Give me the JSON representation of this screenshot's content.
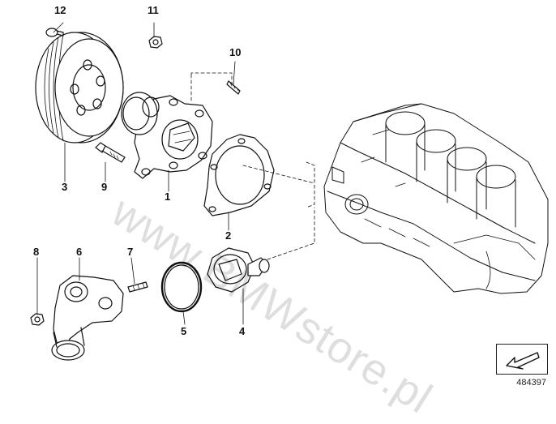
{
  "callouts": {
    "c1": "1",
    "c2": "2",
    "c3": "3",
    "c4": "4",
    "c5": "5",
    "c6": "6",
    "c7": "7",
    "c8": "8",
    "c9": "9",
    "c10": "10",
    "c11": "11",
    "c12": "12"
  },
  "watermark": "www.BMWstore.pl",
  "diagram_id": "484397",
  "icons": {
    "nav": "arrow-down-left-icon"
  }
}
